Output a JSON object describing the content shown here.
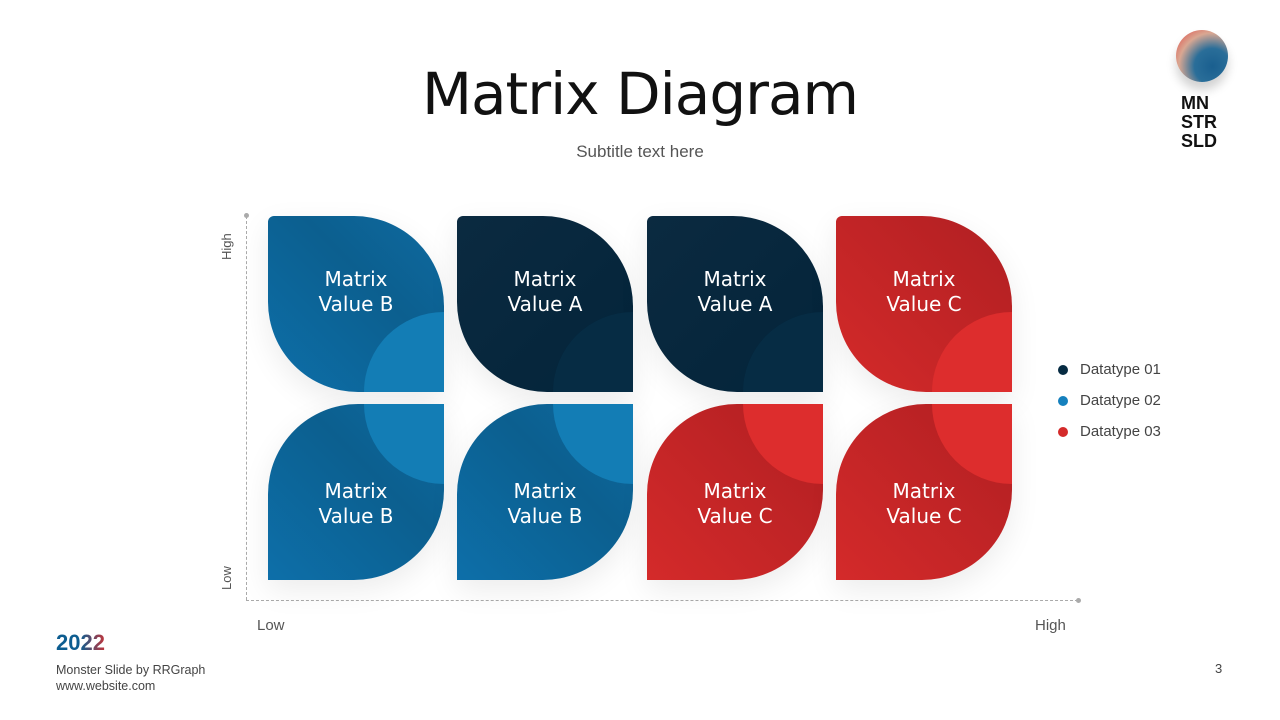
{
  "header": {
    "title": "Matrix Diagram",
    "subtitle": "Subtitle text here"
  },
  "logo": {
    "text_lines": [
      "MN",
      "STR",
      "SLD"
    ]
  },
  "axes": {
    "y_high": "High",
    "y_low": "Low",
    "x_low": "Low",
    "x_high": "High"
  },
  "matrix": {
    "rows": [
      [
        {
          "line1": "Matrix",
          "line2": "Value B",
          "type": "02"
        },
        {
          "line1": "Matrix",
          "line2": "Value A",
          "type": "01"
        },
        {
          "line1": "Matrix",
          "line2": "Value A",
          "type": "01"
        },
        {
          "line1": "Matrix",
          "line2": "Value C",
          "type": "03"
        }
      ],
      [
        {
          "line1": "Matrix",
          "line2": "Value B",
          "type": "02"
        },
        {
          "line1": "Matrix",
          "line2": "Value B",
          "type": "02"
        },
        {
          "line1": "Matrix",
          "line2": "Value C",
          "type": "03"
        },
        {
          "line1": "Matrix",
          "line2": "Value C",
          "type": "03"
        }
      ]
    ]
  },
  "legend": [
    {
      "label": "Datatype 01",
      "color": "#062b42"
    },
    {
      "label": "Datatype 02",
      "color": "#1580bd"
    },
    {
      "label": "Datatype 03",
      "color": "#d42a2a"
    }
  ],
  "footer": {
    "year": "2022",
    "credit": "Monster Slide  by RRGraph",
    "website": "www.website.com",
    "page_number": "3"
  }
}
